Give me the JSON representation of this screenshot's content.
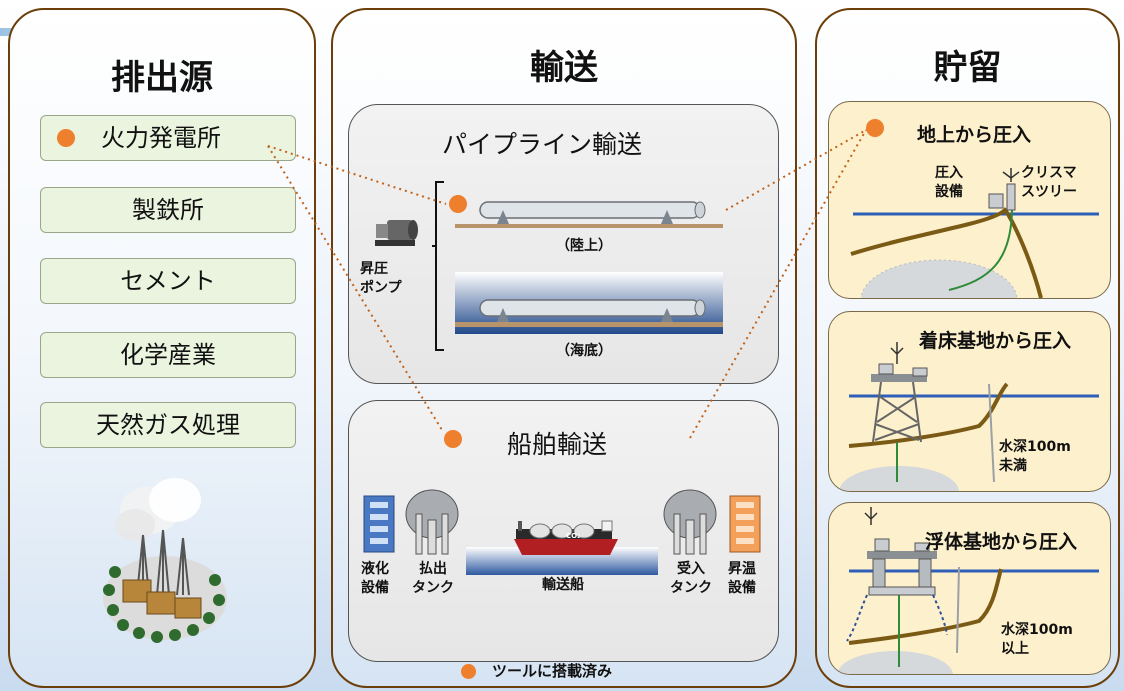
{
  "columns": {
    "source": "排出源",
    "transport": "輸送",
    "storage": "貯留"
  },
  "sources": [
    "火力発電所",
    "製鉄所",
    "セメント",
    "化学産業",
    "天然ガス処理"
  ],
  "pipeline": {
    "title": "パイプライン輸送",
    "pump_label_1": "昇圧",
    "pump_label_2": "ポンプ",
    "onshore": "（陸上）",
    "seabed": "（海底）"
  },
  "ship": {
    "title": "船舶輸送",
    "liquefaction_1": "液化",
    "liquefaction_2": "設備",
    "shipping_tank_1": "払出",
    "shipping_tank_2": "タンク",
    "vessel": "輸送船",
    "vessel_mark": "CO₂",
    "receiving_tank_1": "受入",
    "receiving_tank_2": "タンク",
    "heating_1": "昇温",
    "heating_2": "設備"
  },
  "storage": {
    "ground": {
      "title": "地上から圧入",
      "injection_1": "圧入",
      "injection_2": "設備",
      "tree_1": "クリスマ",
      "tree_2": "スツリー"
    },
    "fixed": {
      "title": "着床基地から圧入",
      "depth_1": "水深100m",
      "depth_2": "未満"
    },
    "floating": {
      "title": "浮体基地から圧入",
      "depth_1": "水深100m",
      "depth_2": "以上"
    }
  },
  "legend": "ツールに搭載済み",
  "colors": {
    "marker": "#ee7f2d",
    "frame": "#6b3e0a",
    "connector": "#c0621a"
  }
}
